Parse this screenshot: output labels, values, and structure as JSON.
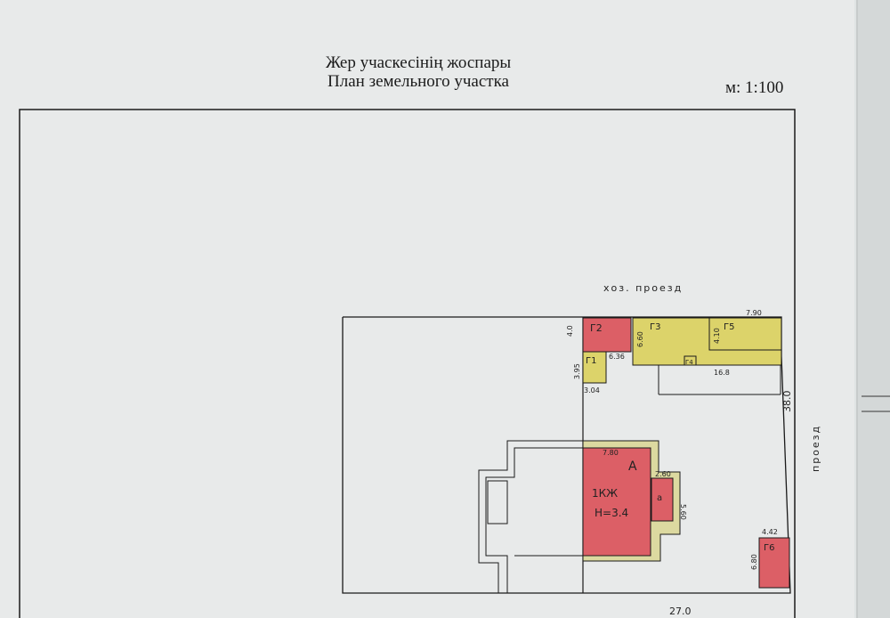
{
  "header": {
    "title_kazakh": "Жер учаскесінің жоспары",
    "title_russian": "План земельного участка",
    "scale": "м: 1:100"
  },
  "plan": {
    "road_top": "хоз. проезд",
    "road_right": "проезд",
    "colors": {
      "residential": "#dc5f66",
      "outbuilding": "#dcd36a",
      "paper": "#e8eaea",
      "line": "#1a1a1a"
    },
    "buildings": [
      {
        "label": "Г2",
        "color": "red"
      },
      {
        "label": "Г1",
        "color": "yellow"
      },
      {
        "label": "Г3",
        "color": "yellow"
      },
      {
        "label": "Г5",
        "color": "yellow"
      },
      {
        "label": "Г4",
        "color": "yellow"
      },
      {
        "label": "А",
        "color": "red",
        "note1": "1КЖ",
        "note2": "H=3.4"
      },
      {
        "label": "а",
        "color": "red"
      },
      {
        "label": "Г6",
        "color": "red"
      }
    ],
    "dimensions": {
      "g2_height": "4.0",
      "g2_width": "6.36",
      "g1_height": "3.95",
      "g1_width": "3.04",
      "g3_height": "6.60",
      "g5_height": "4.10",
      "top_width": "7.90",
      "g3_length": "16.8",
      "house_width": "7.80",
      "porch_width": "2.60",
      "porch_length": "5.60",
      "g6_width": "4.42",
      "g6_height": "6.80",
      "right_side": "38.0",
      "bottom_side": "27.0"
    }
  }
}
